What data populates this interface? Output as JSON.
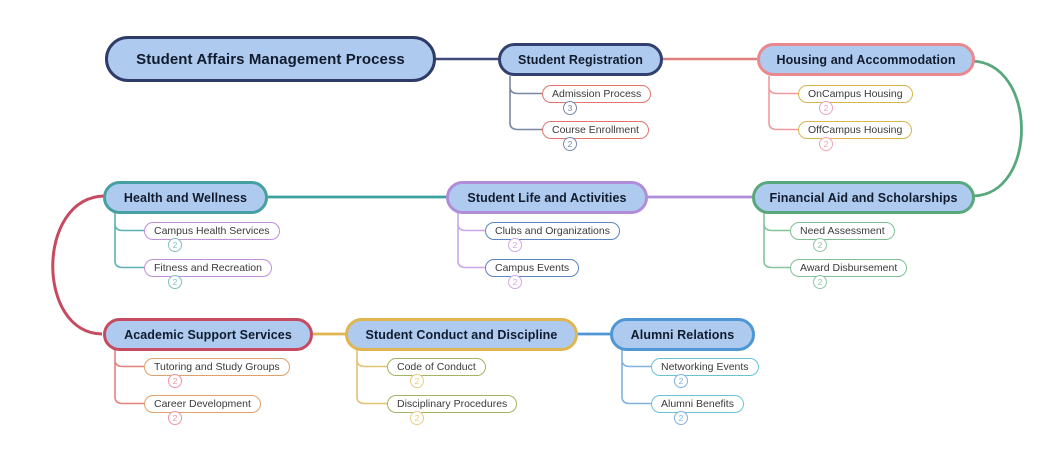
{
  "diagram": {
    "background": "#FFFFFF",
    "root": {
      "label": "Student Affairs Management Process",
      "node_fill": "#AECBEF",
      "node_border": "#2E3B69"
    },
    "branches": [
      {
        "label": "Student Registration",
        "node_fill": "#AECBEF",
        "node_border": "#33406F",
        "incoming_link_color": "#3F4A7A",
        "child_border": "#E4766C",
        "child_link_color": "#7A86A3",
        "badge_color": "#7787AD",
        "children": [
          {
            "label": "Admission Process",
            "count": "3"
          },
          {
            "label": "Course Enrollment",
            "count": "2"
          }
        ]
      },
      {
        "label": "Housing and Accommodation",
        "node_fill": "#AECBEF",
        "node_border": "#E9898F",
        "incoming_link_color": "#E0807F",
        "child_border": "#D9B54E",
        "child_link_color": "#EE9C9E",
        "badge_color": "#F0A3B6",
        "children": [
          {
            "label": "OnCampus Housing",
            "count": "2"
          },
          {
            "label": "OffCampus Housing",
            "count": "2"
          }
        ]
      },
      {
        "label": "Health and Wellness",
        "node_fill": "#AECBEF",
        "node_border": "#46A0A2",
        "incoming_link_color": "#3AA29E",
        "child_border": "#C08FDB",
        "child_link_color": "#5FB0B2",
        "badge_color": "#7FC0C2",
        "children": [
          {
            "label": "Campus Health Services",
            "count": "2"
          },
          {
            "label": "Fitness and Recreation",
            "count": "2"
          }
        ]
      },
      {
        "label": "Student Life and Activities",
        "node_fill": "#AECBEF",
        "node_border": "#B18CD9",
        "incoming_link_color": "#B18CD9",
        "child_border": "#5B84C6",
        "child_link_color": "#C8A8E8",
        "badge_color": "#CCA9E8",
        "children": [
          {
            "label": "Clubs and Organizations",
            "count": "2"
          },
          {
            "label": "Campus Events",
            "count": "2"
          }
        ]
      },
      {
        "label": "Financial Aid and Scholarships",
        "node_fill": "#AECBEF",
        "node_border": "#57A87C",
        "incoming_link_color": "#57A87C",
        "child_border": "#7FC096",
        "child_link_color": "#85C49D",
        "badge_color": "#8CC8A5",
        "children": [
          {
            "label": "Need Assessment",
            "count": "2"
          },
          {
            "label": "Award Disbursement",
            "count": "2"
          }
        ]
      },
      {
        "label": "Academic Support Services",
        "node_fill": "#AECBEF",
        "node_border": "#C64A60",
        "incoming_link_color": "#C64A60",
        "child_border": "#E0A06A",
        "child_link_color": "#E2837B",
        "badge_color": "#ED93A4",
        "children": [
          {
            "label": "Tutoring and Study Groups",
            "count": "2"
          },
          {
            "label": "Career Development",
            "count": "2"
          }
        ]
      },
      {
        "label": "Student Conduct and Discipline",
        "node_fill": "#AECBEF",
        "node_border": "#E0B54F",
        "incoming_link_color": "#E0B54F",
        "child_border": "#A2B562",
        "child_link_color": "#E2C170",
        "badge_color": "#E7CD86",
        "children": [
          {
            "label": "Code of Conduct",
            "count": "2"
          },
          {
            "label": "Disciplinary Procedures",
            "count": "2"
          }
        ]
      },
      {
        "label": "Alumni Relations",
        "node_fill": "#AECBEF",
        "node_border": "#4E97D4",
        "incoming_link_color": "#4E97D4",
        "child_border": "#67C4D4",
        "child_link_color": "#7FB2E2",
        "badge_color": "#7FB1DF",
        "children": [
          {
            "label": "Networking Events",
            "count": "2"
          },
          {
            "label": "Alumni Benefits",
            "count": "2"
          }
        ]
      }
    ]
  }
}
